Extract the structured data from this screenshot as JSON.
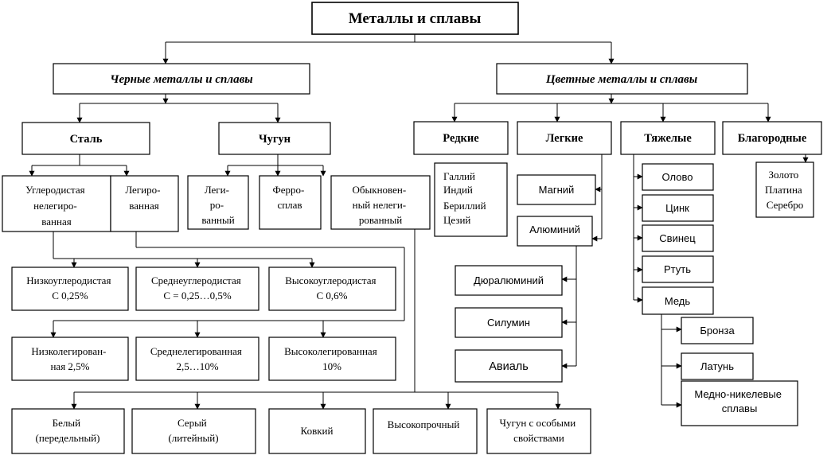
{
  "root": "Металлы и сплавы",
  "ferrous": {
    "title": "Черные металлы и сплавы",
    "steel": {
      "title": "Сталь",
      "carbon": [
        "Углеродистая",
        "нелегиро-",
        "ванная"
      ],
      "alloyed": [
        "Легиро-",
        "ванная"
      ],
      "carbon_types": [
        [
          "Низкоуглеродистая",
          "С 0,25%"
        ],
        [
          "Среднеуглеродистая",
          "С = 0,25…0,5%"
        ],
        [
          "Высокоуглеродистая",
          "С 0,6%"
        ]
      ],
      "alloyed_types": [
        [
          "Низколегирован-",
          "ная 2,5%"
        ],
        [
          "Среднелегированная",
          "2,5…10%"
        ],
        [
          "Высоколегированная",
          "10%"
        ]
      ]
    },
    "cast_iron": {
      "title": "Чугун",
      "kinds": [
        [
          "Леги-",
          "ро-",
          "ванный"
        ],
        [
          "Ферро-",
          "сплав"
        ],
        [
          "Обыкновен-",
          "ный нелеги-",
          "рованный"
        ]
      ],
      "ordinary_types": [
        [
          "Белый",
          "(передельный)"
        ],
        [
          "Серый",
          "(литейный)"
        ],
        [
          "Ковкий"
        ],
        [
          "Высокопрочный"
        ],
        [
          "Чугун с особыми",
          "свойствами"
        ]
      ]
    }
  },
  "nonferrous": {
    "title": "Цветные металлы и сплавы",
    "rare": {
      "title": "Редкие",
      "items": [
        "Галлий",
        "Индий",
        "Бериллий",
        "Цезий"
      ]
    },
    "light": {
      "title": "Легкие",
      "magnesium": "Магний",
      "aluminium": "Алюминий",
      "aluminium_alloys": [
        "Дюралюминий",
        "Силумин",
        "Авиаль"
      ]
    },
    "heavy": {
      "title": "Тяжелые",
      "items": [
        "Олово",
        "Цинк",
        "Свинец",
        "Ртуть",
        "Медь"
      ],
      "copper_alloys": [
        [
          "Бронза"
        ],
        [
          "Латунь"
        ],
        [
          "Медно-никелевые",
          "сплавы"
        ]
      ]
    },
    "noble": {
      "title": "Благородные",
      "items": [
        "Золото",
        "Платина",
        "Серебро"
      ]
    }
  }
}
